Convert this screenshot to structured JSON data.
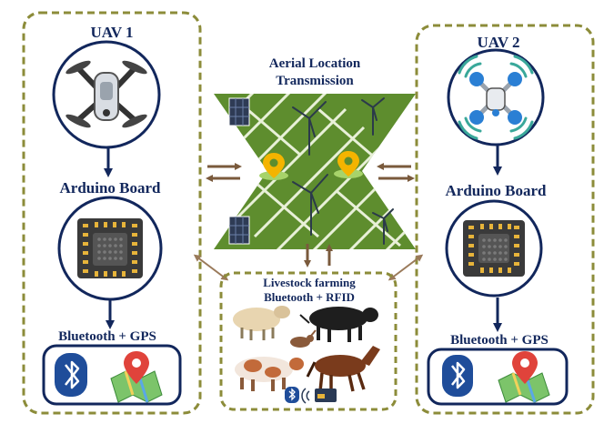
{
  "uav1": {
    "title": "UAV 1",
    "board_label": "Arduino Board",
    "comm_label": "Bluetooth + GPS",
    "icons": [
      "drone-icon",
      "arduino-board-icon",
      "bluetooth-icon",
      "gps-map-icon"
    ]
  },
  "uav2": {
    "title": "UAV 2",
    "board_label": "Arduino Board",
    "comm_label": "Bluetooth + GPS",
    "icons": [
      "drone-signal-icon",
      "arduino-board-icon",
      "bluetooth-icon",
      "gps-map-icon"
    ]
  },
  "center": {
    "title_line1": "Aerial Location",
    "title_line2": "Transmission",
    "icons": [
      "field-map-icon",
      "wind-turbine-icon",
      "solar-panel-icon",
      "location-pin-icon"
    ]
  },
  "livestock": {
    "title_line1": "Livestock farming",
    "title_line2": "Bluetooth + RFID",
    "icons": [
      "sheep-icon",
      "bull-icon",
      "rabbit-icon",
      "cow-icon",
      "horse-icon",
      "bluetooth-icon",
      "rfid-card-icon"
    ]
  },
  "colors": {
    "dash_border": "#8c8c3a",
    "panel_border": "#12275c",
    "field_green": "#5e8d2e",
    "arrow_brown": "#7a5a3c",
    "label_navy": "#12275c",
    "pin_yellow": "#f4b400",
    "gps_red": "#e0433b",
    "bluetooth_blue": "#1f4d9a"
  }
}
